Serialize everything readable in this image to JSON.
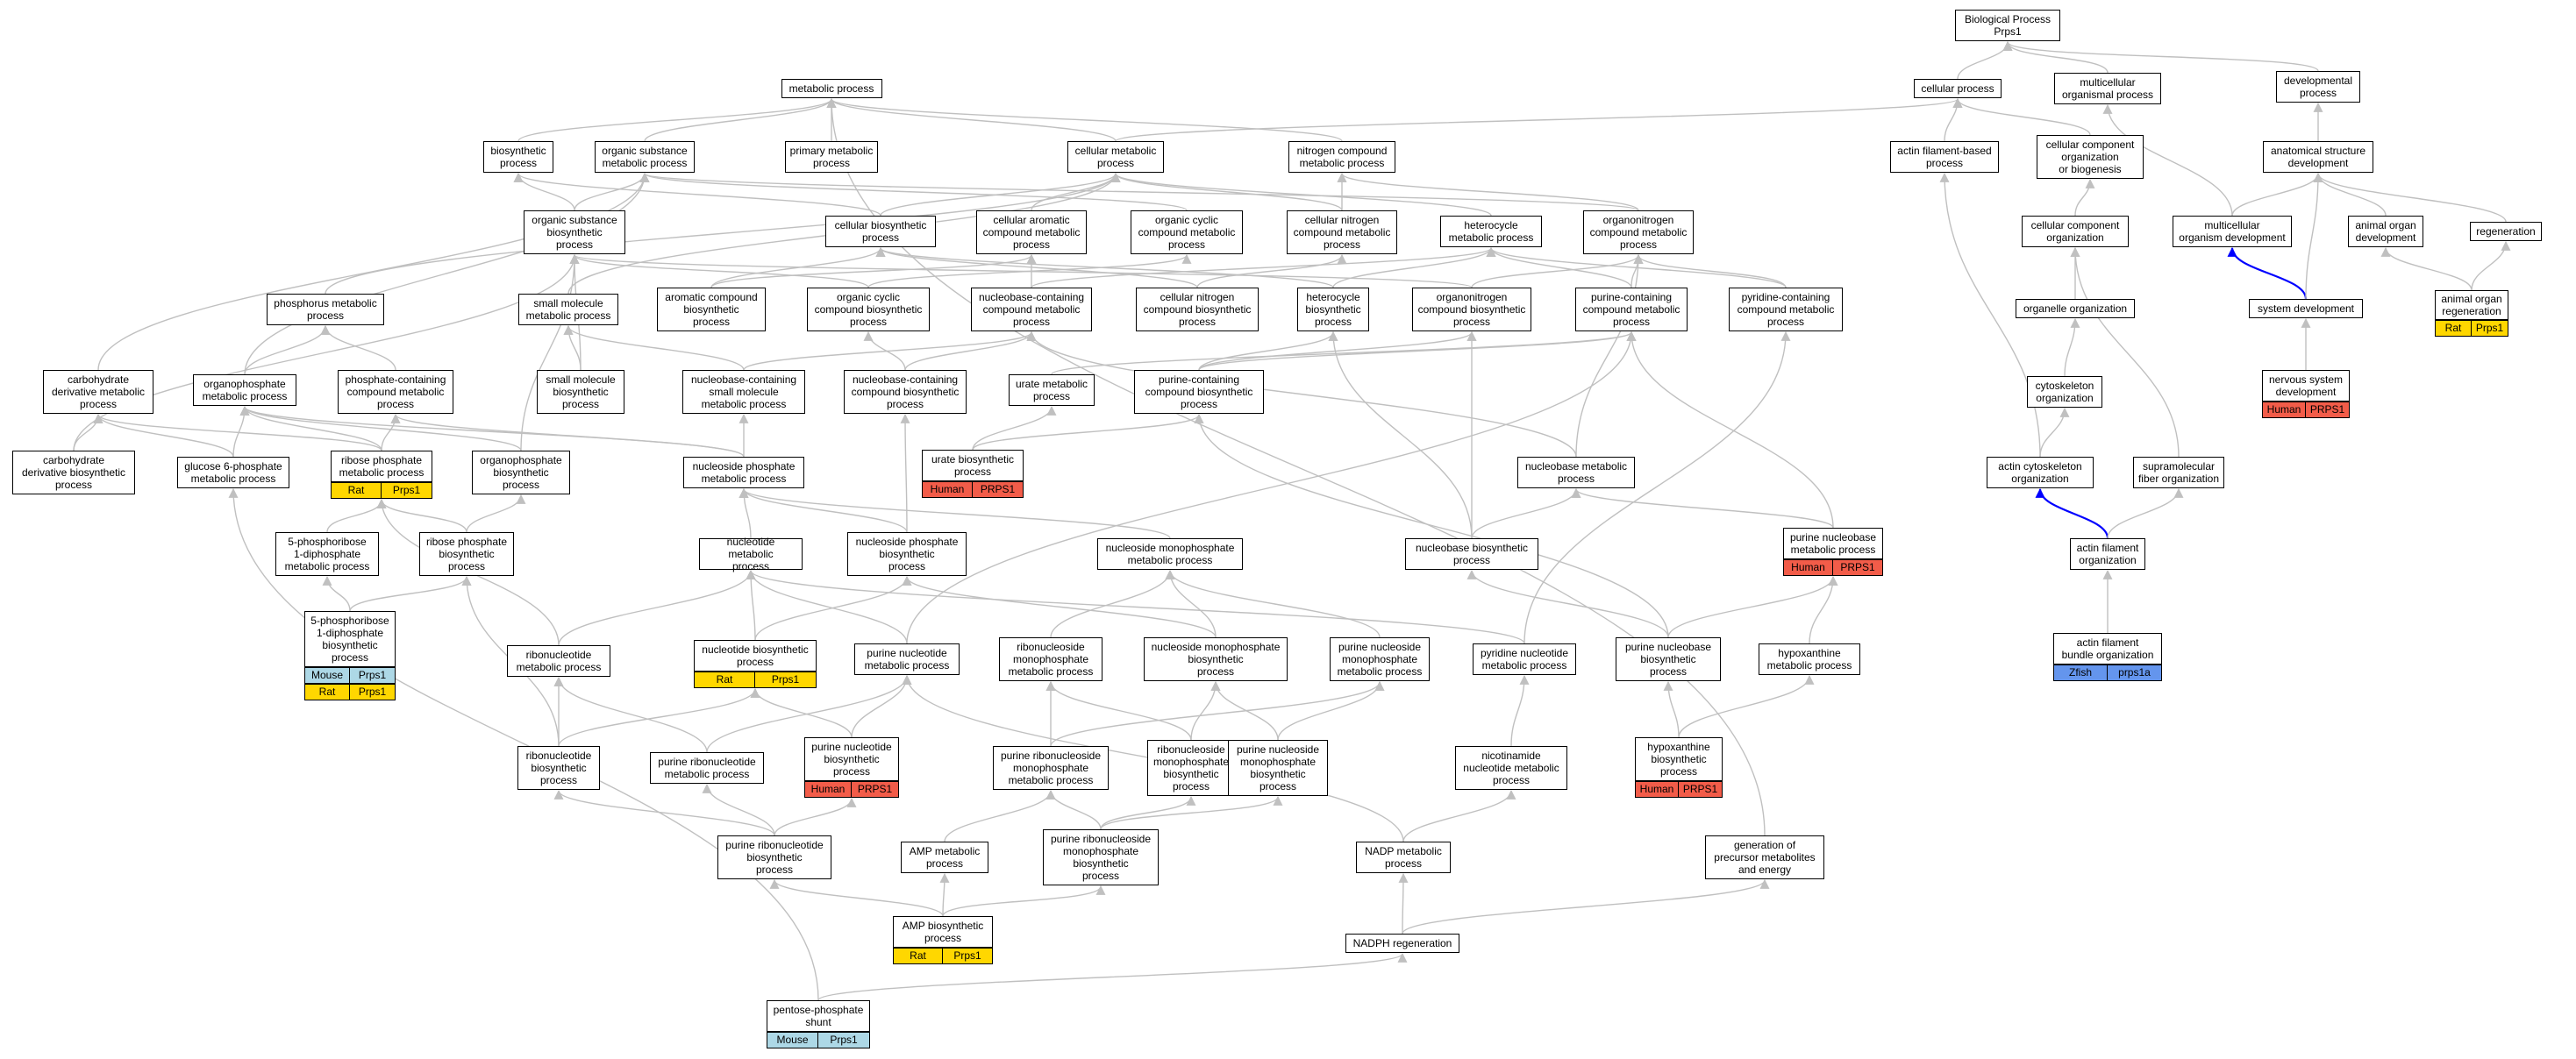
{
  "colors": {
    "edge": "#c0c0c0",
    "highlight_edge": "#0000ff",
    "node_border": "#000000",
    "Rat": "#ffd700",
    "Mouse": "#add8e6",
    "Human": "#f25c49",
    "Zfish": "#6495ed"
  },
  "nodes": {
    "bp": {
      "lines": [
        "Biological Process",
        "Prps1"
      ]
    },
    "cp": {
      "lines": [
        "cellular process"
      ]
    },
    "mop": {
      "lines": [
        "multicellular",
        "organismal process"
      ]
    },
    "devp": {
      "lines": [
        "developmental",
        "process"
      ]
    },
    "mp": {
      "lines": [
        "metabolic process"
      ]
    },
    "biop": {
      "lines": [
        "biosynthetic",
        "process"
      ]
    },
    "osmp": {
      "lines": [
        "organic substance",
        "metabolic process"
      ]
    },
    "pmp": {
      "lines": [
        "primary metabolic",
        "process"
      ]
    },
    "cmp": {
      "lines": [
        "cellular metabolic",
        "process"
      ]
    },
    "ncmp": {
      "lines": [
        "nitrogen compound",
        "metabolic process"
      ]
    },
    "afbp": {
      "lines": [
        "actin filament-based",
        "process"
      ]
    },
    "ccob": {
      "lines": [
        "cellular component",
        "organization",
        "or biogenesis"
      ]
    },
    "asd": {
      "lines": [
        "anatomical structure",
        "development"
      ]
    },
    "osbp": {
      "lines": [
        "organic substance",
        "biosynthetic",
        "process"
      ]
    },
    "cbp": {
      "lines": [
        "cellular biosynthetic",
        "process"
      ]
    },
    "cacmp": {
      "lines": [
        "cellular aromatic",
        "compound metabolic",
        "process"
      ]
    },
    "occmp": {
      "lines": [
        "organic cyclic",
        "compound metabolic",
        "process"
      ]
    },
    "cncmp": {
      "lines": [
        "cellular nitrogen",
        "compound metabolic",
        "process"
      ]
    },
    "hmp": {
      "lines": [
        "heterocycle",
        "metabolic process"
      ]
    },
    "oncmp": {
      "lines": [
        "organonitrogen",
        "compound metabolic",
        "process"
      ]
    },
    "cco": {
      "lines": [
        "cellular component",
        "organization"
      ]
    },
    "mod": {
      "lines": [
        "multicellular",
        "organism development"
      ]
    },
    "aod": {
      "lines": [
        "animal organ",
        "development"
      ]
    },
    "regen": {
      "lines": [
        "regeneration"
      ]
    },
    "phmp": {
      "lines": [
        "phosphorus metabolic",
        "process"
      ]
    },
    "smmp": {
      "lines": [
        "small molecule",
        "metabolic process"
      ]
    },
    "acbp": {
      "lines": [
        "aromatic compound",
        "biosynthetic",
        "process"
      ]
    },
    "occbp": {
      "lines": [
        "organic cyclic",
        "compound biosynthetic",
        "process"
      ]
    },
    "nbccmp": {
      "lines": [
        "nucleobase-containing",
        "compound metabolic",
        "process"
      ]
    },
    "cncbp": {
      "lines": [
        "cellular nitrogen",
        "compound biosynthetic",
        "process"
      ]
    },
    "hbp": {
      "lines": [
        "heterocycle",
        "biosynthetic",
        "process"
      ]
    },
    "oncbp": {
      "lines": [
        "organonitrogen",
        "compound biosynthetic",
        "process"
      ]
    },
    "pccmp": {
      "lines": [
        "purine-containing",
        "compound metabolic",
        "process"
      ]
    },
    "pyccmp": {
      "lines": [
        "pyridine-containing",
        "compound metabolic",
        "process"
      ]
    },
    "oo": {
      "lines": [
        "organelle organization"
      ]
    },
    "sysd": {
      "lines": [
        "system development"
      ]
    },
    "aor": {
      "lines": [
        "animal organ",
        "regeneration"
      ]
    },
    "cdmp": {
      "lines": [
        "carbohydrate",
        "derivative metabolic",
        "process"
      ]
    },
    "opmp": {
      "lines": [
        "organophosphate",
        "metabolic process"
      ]
    },
    "pcmp": {
      "lines": [
        "phosphate-containing",
        "compound metabolic",
        "process"
      ]
    },
    "smbp": {
      "lines": [
        "small molecule",
        "biosynthetic",
        "process"
      ]
    },
    "nbcsmmp": {
      "lines": [
        "nucleobase-containing",
        "small molecule",
        "metabolic process"
      ]
    },
    "nbccbp": {
      "lines": [
        "nucleobase-containing",
        "compound biosynthetic",
        "process"
      ]
    },
    "ump": {
      "lines": [
        "urate metabolic",
        "process"
      ]
    },
    "pccbp": {
      "lines": [
        "purine-containing",
        "compound biosynthetic",
        "process"
      ]
    },
    "csko": {
      "lines": [
        "cytoskeleton",
        "organization"
      ]
    },
    "nsd": {
      "lines": [
        "nervous system",
        "development"
      ]
    },
    "cdbp": {
      "lines": [
        "carbohydrate",
        "derivative biosynthetic",
        "process"
      ]
    },
    "g6pmp": {
      "lines": [
        "glucose 6-phosphate",
        "metabolic process"
      ]
    },
    "rpmp": {
      "lines": [
        "ribose phosphate",
        "metabolic process"
      ]
    },
    "opbp": {
      "lines": [
        "organophosphate",
        "biosynthetic",
        "process"
      ]
    },
    "ubp": {
      "lines": [
        "urate biosynthetic",
        "process"
      ]
    },
    "nspmp": {
      "lines": [
        "nucleoside phosphate",
        "metabolic process"
      ]
    },
    "nbmp": {
      "lines": [
        "nucleobase metabolic",
        "process"
      ]
    },
    "acsko": {
      "lines": [
        "actin cytoskeleton",
        "organization"
      ]
    },
    "smfo": {
      "lines": [
        "supramolecular",
        "fiber organization"
      ]
    },
    "prppmp": {
      "lines": [
        "5-phosphoribose",
        "1-diphosphate",
        "metabolic process"
      ]
    },
    "rpbp": {
      "lines": [
        "ribose phosphate",
        "biosynthetic",
        "process"
      ]
    },
    "ntmp": {
      "lines": [
        "nucleotide metabolic",
        "process"
      ]
    },
    "nspbp": {
      "lines": [
        "nucleoside phosphate",
        "biosynthetic",
        "process"
      ]
    },
    "nsmpmp": {
      "lines": [
        "nucleoside monophosphate",
        "metabolic process"
      ]
    },
    "nbbp": {
      "lines": [
        "nucleobase biosynthetic",
        "process"
      ]
    },
    "pnbmp": {
      "lines": [
        "purine nucleobase",
        "metabolic process"
      ]
    },
    "afo": {
      "lines": [
        "actin filament",
        "organization"
      ]
    },
    "prppbp": {
      "lines": [
        "5-phosphoribose",
        "1-diphosphate",
        "biosynthetic",
        "process"
      ]
    },
    "rntmp": {
      "lines": [
        "ribonucleotide",
        "metabolic process"
      ]
    },
    "ntbp": {
      "lines": [
        "nucleotide biosynthetic",
        "process"
      ]
    },
    "pntmp": {
      "lines": [
        "purine nucleotide",
        "metabolic process"
      ]
    },
    "rnsmpmp": {
      "lines": [
        "ribonucleoside",
        "monophosphate",
        "metabolic process"
      ]
    },
    "nsmpbp": {
      "lines": [
        "nucleoside monophosphate",
        "biosynthetic",
        "process"
      ]
    },
    "pnsmpmp": {
      "lines": [
        "purine nucleoside",
        "monophosphate",
        "metabolic process"
      ]
    },
    "pyntmp": {
      "lines": [
        "pyridine nucleotide",
        "metabolic process"
      ]
    },
    "pnbbp": {
      "lines": [
        "purine nucleobase",
        "biosynthetic",
        "process"
      ]
    },
    "hxmp": {
      "lines": [
        "hypoxanthine",
        "metabolic process"
      ]
    },
    "afbo": {
      "lines": [
        "actin filament",
        "bundle organization"
      ]
    },
    "rntbp": {
      "lines": [
        "ribonucleotide",
        "biosynthetic",
        "process"
      ]
    },
    "prntmp": {
      "lines": [
        "purine ribonucleotide",
        "metabolic process"
      ]
    },
    "pntbp": {
      "lines": [
        "purine nucleotide",
        "biosynthetic",
        "process"
      ]
    },
    "prnsmpmp": {
      "lines": [
        "purine ribonucleoside",
        "monophosphate",
        "metabolic process"
      ]
    },
    "rnsmpbp": {
      "lines": [
        "ribonucleoside",
        "monophosphate",
        "biosynthetic",
        "process"
      ]
    },
    "pnsmpbp": {
      "lines": [
        "purine nucleoside",
        "monophosphate",
        "biosynthetic",
        "process"
      ]
    },
    "ncamp": {
      "lines": [
        "nicotinamide",
        "nucleotide metabolic",
        "process"
      ]
    },
    "hxbp": {
      "lines": [
        "hypoxanthine",
        "biosynthetic",
        "process"
      ]
    },
    "prntbp": {
      "lines": [
        "purine ribonucleotide",
        "biosynthetic",
        "process"
      ]
    },
    "ampmp": {
      "lines": [
        "AMP metabolic",
        "process"
      ]
    },
    "prnsmpbp": {
      "lines": [
        "purine ribonucleoside",
        "monophosphate",
        "biosynthetic",
        "process"
      ]
    },
    "nadpmp": {
      "lines": [
        "NADP metabolic",
        "process"
      ]
    },
    "gpme": {
      "lines": [
        "generation of",
        "precursor metabolites",
        "and energy"
      ]
    },
    "ampbp": {
      "lines": [
        "AMP biosynthetic",
        "process"
      ]
    },
    "nadphr": {
      "lines": [
        "NADPH regeneration"
      ]
    },
    "pps": {
      "lines": [
        "pentose-phosphate",
        "shunt"
      ]
    }
  },
  "annotations": {
    "aor": [
      [
        "Rat",
        "Prps1"
      ]
    ],
    "nsd": [
      [
        "Human",
        "PRPS1"
      ]
    ],
    "ubp": [
      [
        "Human",
        "PRPS1"
      ]
    ],
    "rpmp": [
      [
        "Rat",
        "Prps1"
      ]
    ],
    "pnbmp": [
      [
        "Human",
        "PRPS1"
      ]
    ],
    "prppbp": [
      [
        "Mouse",
        "Prps1"
      ],
      [
        "Rat",
        "Prps1"
      ]
    ],
    "ntbp": [
      [
        "Rat",
        "Prps1"
      ]
    ],
    "afbo": [
      [
        "Zfish",
        "prps1a"
      ]
    ],
    "pntbp": [
      [
        "Human",
        "PRPS1"
      ]
    ],
    "hxbp": [
      [
        "Human",
        "PRPS1"
      ]
    ],
    "ampbp": [
      [
        "Rat",
        "Prps1"
      ]
    ],
    "pps": [
      [
        "Mouse",
        "Prps1"
      ]
    ]
  }
}
